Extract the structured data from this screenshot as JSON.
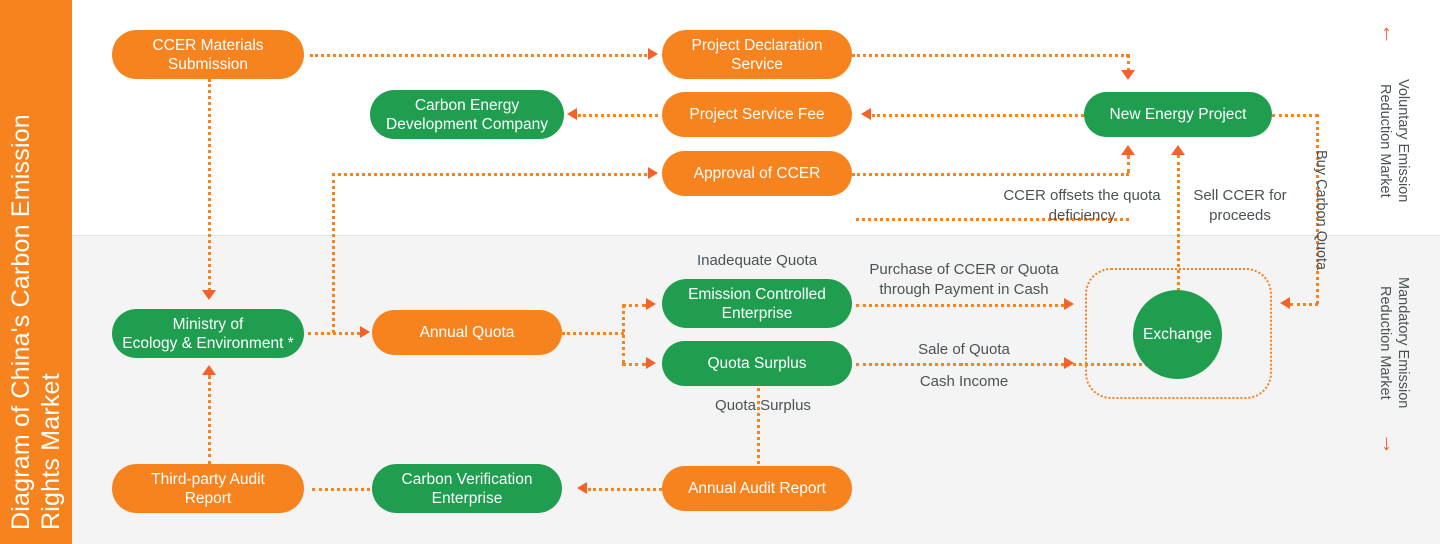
{
  "title": "Diagram of China's Carbon Emission\nRights Market",
  "colors": {
    "orange": "#f7831e",
    "green": "#1f9e4f",
    "arrow": "#f4622a",
    "band_top_bg": "#ffffff",
    "band_bottom_bg": "#f4f4f4",
    "label_text": "#4a5257"
  },
  "markets": {
    "voluntary": {
      "label": "Voluntary Emission\nReduction Market",
      "arrow_glyph": "↑"
    },
    "mandatory": {
      "label": "Mandatory Emission\nReduction Market",
      "arrow_glyph": "↓"
    }
  },
  "nodes": {
    "ccer_materials_submission": "CCER Materials\nSubmission",
    "project_declaration_service": "Project Declaration\nService",
    "carbon_energy_development_company": "Carbon Energy\nDevelopment Company",
    "project_service_fee": "Project Service Fee",
    "approval_of_ccer": "Approval of CCER",
    "new_energy_project": "New Energy Project",
    "ministry_of_ecology": "Ministry of\nEcology & Environment *",
    "annual_quota": "Annual Quota",
    "emission_controlled_enterprise": "Emission Controlled\nEnterprise",
    "quota_surplus": "Quota Surplus",
    "exchange": "Exchange",
    "third_party_audit_report": "Third-party Audit\nReport",
    "carbon_verification_enterprise": "Carbon Verification\nEnterprise",
    "annual_audit_report": "Annual Audit Report"
  },
  "edge_labels": {
    "ccer_offsets": "CCER offsets the quota\ndeficiency",
    "sell_ccer": "Sell CCER for\nproceeds",
    "buy_carbon_quota": "Buy Carbon Quota",
    "inadequate_quota": "Inadequate Quota",
    "quota_surplus_lower": "Quota Surplus",
    "purchase_ccer_quota": "Purchase of CCER or Quota\nthrough Payment in Cash",
    "sale_of_quota": "Sale of Quota",
    "cash_income": "Cash Income"
  }
}
